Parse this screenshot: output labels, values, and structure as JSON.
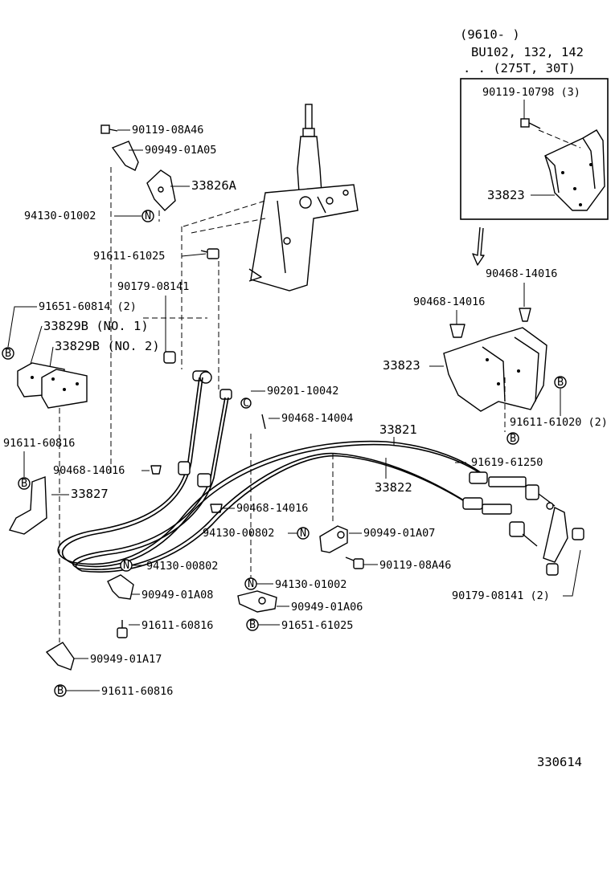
{
  "inset": {
    "line1": "(9610-        )",
    "line2": "BU102, 132, 142",
    "line3": ". .  (275T, 30T)",
    "bolt_part": "90119-10798 (3)",
    "bracket_part": "33823"
  },
  "labels": {
    "p1": "90119-08A46",
    "p2": "90949-01A05",
    "p3": "33826A",
    "p4": "94130-01002",
    "p5": "91611-61025",
    "p6": "90179-08141",
    "p7": "91651-60814 (2)",
    "p8": "33829B (NO. 1)",
    "p9": "33829B (NO. 2)",
    "p10": "90201-10042",
    "p11": "90468-14004",
    "p12": "33821",
    "p13": "33822",
    "p14": "91611-60816",
    "p15": "90468-14016",
    "p16": "33827",
    "p17": "90468-14016",
    "p18": "94130-00802",
    "p19": "90949-01A07",
    "p20": "90119-08A46",
    "p21": "94130-00802",
    "p22": "90949-01A08",
    "p23": "94130-01002",
    "p24": "90949-01A06",
    "p25": "91611-60816",
    "p26": "91651-61025",
    "p27": "90949-01A17",
    "p28": "91611-60816",
    "p29": "90468-14016",
    "p30": "90468-14016",
    "p31": "33823",
    "p32": "91611-61020 (2)",
    "p33": "91619-61250",
    "p34": "90179-08141 (2)"
  },
  "symbols": {
    "n": "N",
    "b": "B",
    "c": "C"
  },
  "figure_number": "330614"
}
